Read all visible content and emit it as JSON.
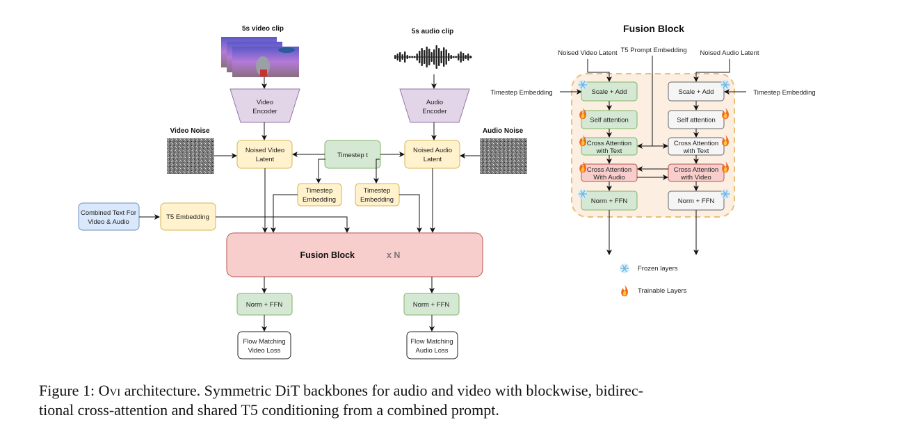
{
  "figure": {
    "main_pipeline": {
      "video_clip_label": "5s video clip",
      "audio_clip_label": "5s audio clip",
      "video_encoder": [
        "Video",
        "Encoder"
      ],
      "audio_encoder": [
        "Audio",
        "Encoder"
      ],
      "video_noise_label": "Video Noise",
      "audio_noise_label": "Audio Noise",
      "noised_video_latent": [
        "Noised Video",
        "Latent"
      ],
      "noised_audio_latent": [
        "Noised Audio",
        "Latent"
      ],
      "timestep": "Timestep t",
      "timestep_embedding": [
        "Timestep",
        "Embedding"
      ],
      "combined_text": [
        "Combined Text For",
        "Video & Audio"
      ],
      "t5_embedding": "T5 Embedding",
      "fusion_block": "Fusion Block",
      "fusion_repeat": "x N",
      "norm_ffn": "Norm + FFN",
      "video_loss": [
        "Flow Matching",
        "Video Loss"
      ],
      "audio_loss": [
        "Flow Matching",
        "Audio Loss"
      ]
    },
    "fusion_detail": {
      "title": "Fusion Block",
      "noised_video_latent": "Noised Video Latent",
      "t5_prompt_embedding": "T5 Prompt Embedding",
      "noised_audio_latent": "Noised Audio Latent",
      "timestep_embedding": "Timestep Embedding",
      "video_branch": {
        "scale_add": "Scale + Add",
        "self_attention": "Self attention",
        "cross_text": [
          "Cross Attention",
          "with Text"
        ],
        "cross_other": [
          "Cross Attention",
          "With Audio"
        ],
        "norm_ffn": "Norm + FFN"
      },
      "audio_branch": {
        "scale_add": "Scale + Add",
        "self_attention": "Self attention",
        "cross_text": [
          "Cross Attention",
          "with Text"
        ],
        "cross_other": [
          "Cross Attention",
          "with Video"
        ],
        "norm_ffn": "Norm + FFN"
      },
      "legend": {
        "frozen": "Frozen layers",
        "trainable": "Trainable Layers"
      }
    },
    "colors": {
      "green_fill": "#d5e8d4",
      "green_stroke": "#82b366",
      "yellow_fill": "#fff2cc",
      "yellow_stroke": "#d6b656",
      "blue_fill": "#dae8fc",
      "blue_stroke": "#6c8ebf",
      "red_fill": "#f8cecc",
      "red_stroke": "#b85450",
      "purple_fill": "#e1d5e7",
      "purple_stroke": "#9673a6",
      "gray_fill": "#f5f5f5",
      "gray_stroke": "#666666",
      "fusion_bg": "#fdeee2",
      "fusion_dash": "#e8c078"
    }
  },
  "caption": {
    "prefix": "Figure 1: ",
    "name": "Ovi",
    "text_line1": " architecture. Symmetric DiT backbones for audio and video with blockwise, bidirec-",
    "text_line2": "tional cross-attention and shared T5 conditioning from a combined prompt."
  }
}
